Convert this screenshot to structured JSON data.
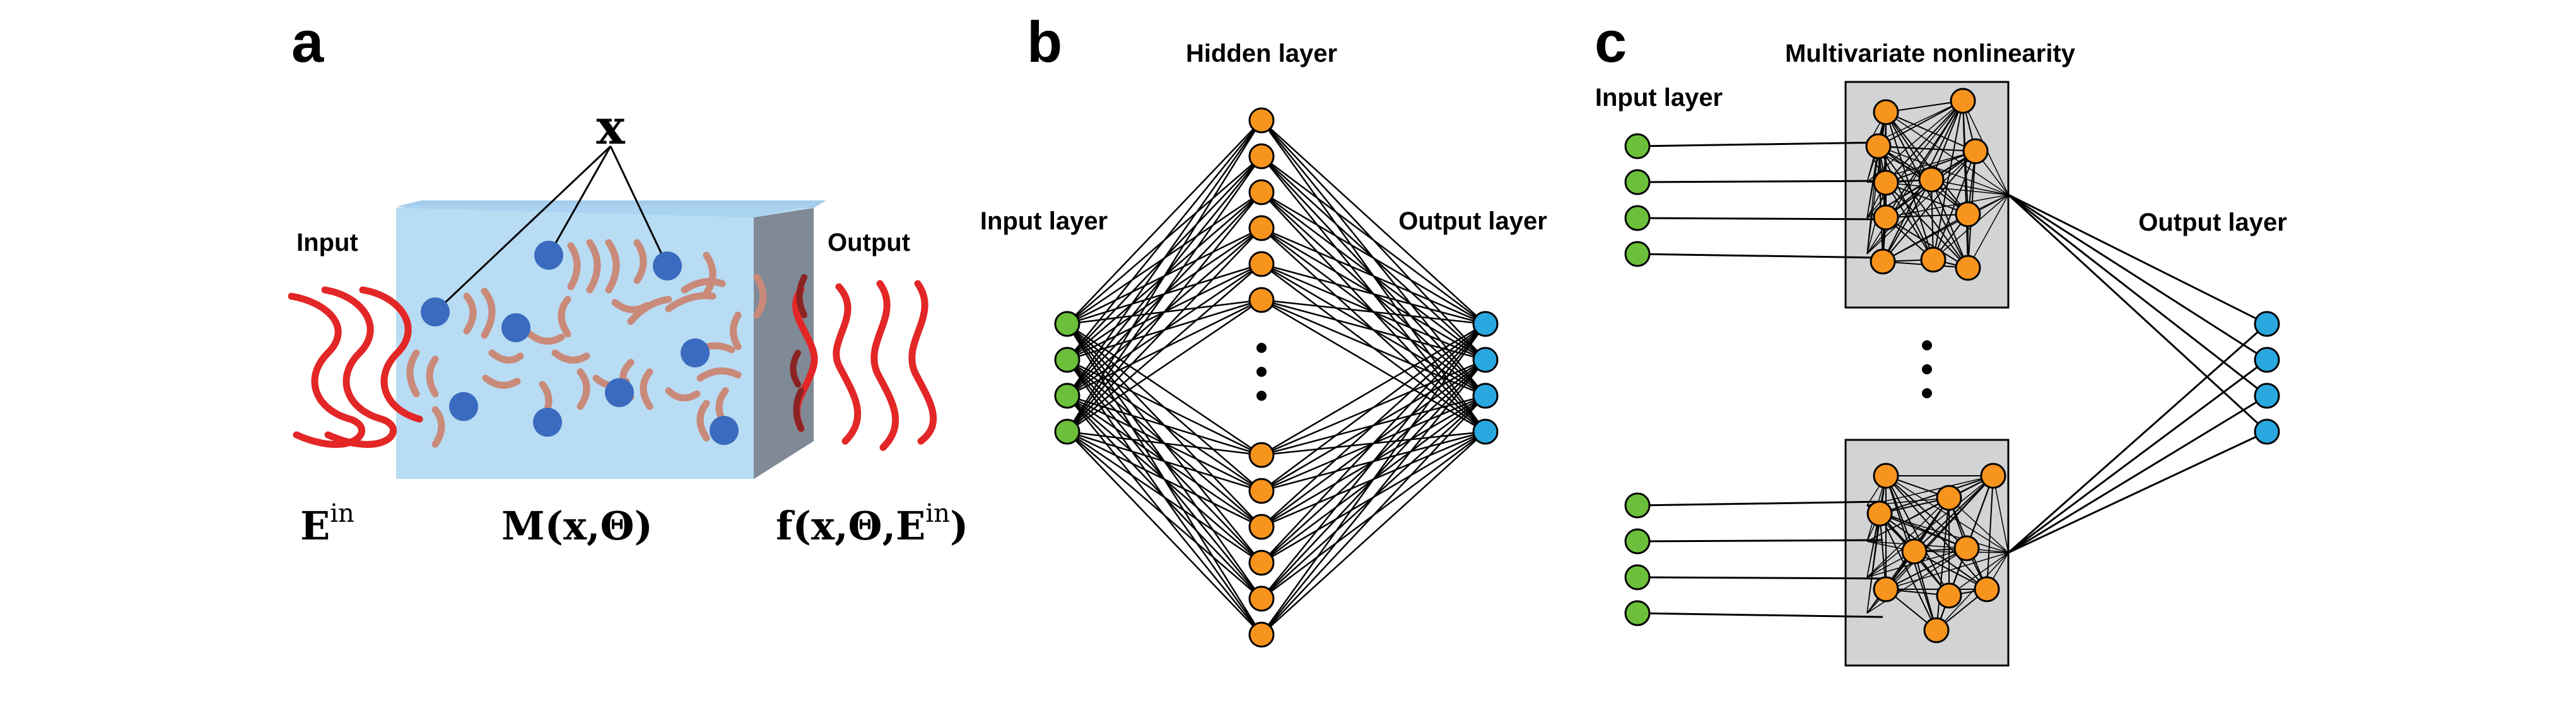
{
  "panels": {
    "a": {
      "letter": "a",
      "input_label": "Input",
      "output_label": "Output",
      "x_label": "x",
      "eq_input": "E",
      "eq_input_sup": "in",
      "eq_model": "M(x,Θ)",
      "eq_output_pre": "f(x,Θ,E",
      "eq_output_sup": "in",
      "eq_output_post": ")"
    },
    "b": {
      "letter": "b",
      "hidden_label": "Hidden layer",
      "input_label": "Input layer",
      "output_label": "Output layer"
    },
    "c": {
      "letter": "c",
      "nonlin_label": "Multivariate nonlinearity",
      "input_label": "Input layer",
      "output_label": "Output layer"
    }
  },
  "colors": {
    "input_node": "#6bbf3a",
    "hidden_node": "#f7941d",
    "output_node": "#29a8e0",
    "wave": "#e32626",
    "scatter_arc": "#c98a7a",
    "scatterer": "#3a6bbf",
    "block_front": "#b8dcf3",
    "block_top": "#a9d3f0",
    "block_side": "#7f8a96",
    "nonlin_box": "#d2d3d5"
  }
}
